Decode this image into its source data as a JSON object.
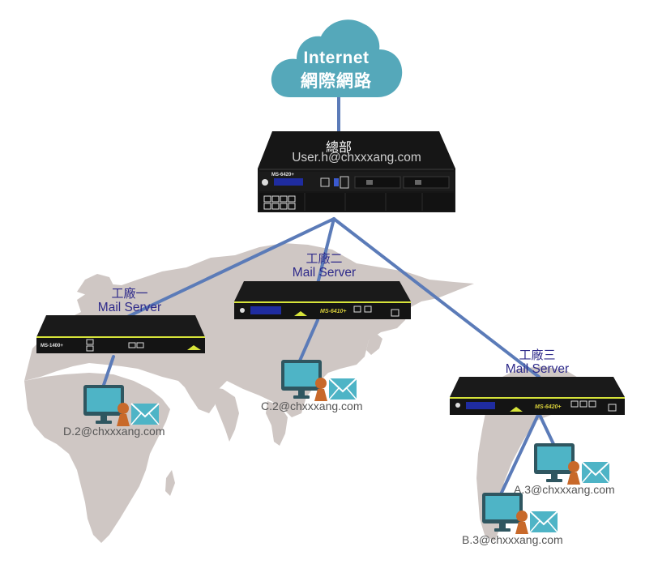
{
  "diagram": {
    "type": "network-topology",
    "colors": {
      "cloud": "#55a8ba",
      "link_line": "#5b7bb8",
      "map_land": "#cfc7c4",
      "chassis": "#1c1c1c",
      "chassis_accent": "#d7e43a",
      "site_label": "#2e2a8a",
      "monitor_frame": "#2f5660",
      "monitor_screen": "#4eb4c6",
      "user_figure": "#c8692a",
      "envelope": "#4eb4c6",
      "client_email_text": "#555555"
    },
    "cloud": {
      "label_en": "Internet",
      "label_zh": "網際網路",
      "icon": "cloud-icon"
    },
    "headquarters": {
      "title": "總部",
      "email": "User.h@chxxxang.com",
      "device_model": "MS-6420+"
    },
    "sites": [
      {
        "id": "factory-1",
        "title": "工廠一",
        "role": "Mail Server",
        "device_model": "MS-1400+"
      },
      {
        "id": "factory-2",
        "title": "工廠二",
        "role": "Mail Server",
        "device_model": "MS-6410+"
      },
      {
        "id": "factory-3",
        "title": "工廠三",
        "role": "Mail Server",
        "device_model": "MS-6420+"
      }
    ],
    "clients": [
      {
        "id": "client-d2",
        "site": "factory-1",
        "email": "D.2@chxxxang.com"
      },
      {
        "id": "client-c2",
        "site": "factory-2",
        "email": "C.2@chxxxang.com"
      },
      {
        "id": "client-a3",
        "site": "factory-3",
        "email": "A.3@chxxxang.com"
      },
      {
        "id": "client-b3",
        "site": "factory-3",
        "email": "B.3@chxxxang.com"
      }
    ],
    "links": [
      {
        "from": "cloud",
        "to": "headquarters"
      },
      {
        "from": "headquarters",
        "to": "factory-1"
      },
      {
        "from": "headquarters",
        "to": "factory-2"
      },
      {
        "from": "headquarters",
        "to": "factory-3"
      },
      {
        "from": "factory-1",
        "to": "client-d2"
      },
      {
        "from": "factory-2",
        "to": "client-c2"
      },
      {
        "from": "factory-3",
        "to": "client-a3"
      },
      {
        "from": "factory-3",
        "to": "client-b3"
      }
    ]
  }
}
